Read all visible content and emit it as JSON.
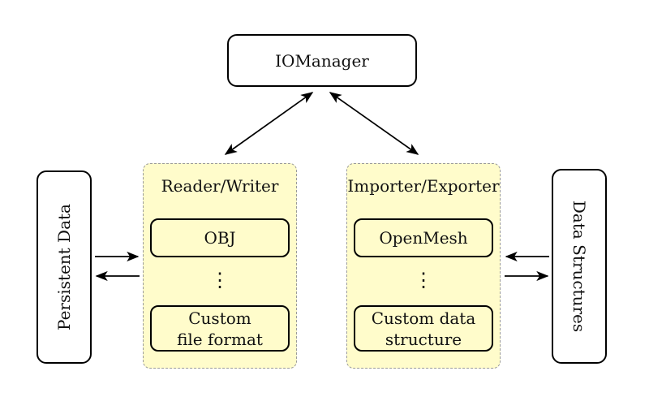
{
  "diagram": {
    "io_manager": {
      "label": "IOManager"
    },
    "reader_writer_panel": {
      "title": "Reader/Writer",
      "ellipsis": "⋮",
      "boxes": [
        {
          "lines": [
            "OBJ"
          ]
        },
        {
          "lines": [
            "Custom",
            "file format"
          ]
        }
      ]
    },
    "importer_exporter_panel": {
      "title": "Importer/Exporter",
      "ellipsis": "⋮",
      "boxes": [
        {
          "lines": [
            "OpenMesh"
          ]
        },
        {
          "lines": [
            "Custom data",
            "structure"
          ]
        }
      ]
    },
    "persistent_data_box": {
      "label": "Persistent Data"
    },
    "data_structures_box": {
      "label": "Data Structures"
    },
    "colors": {
      "panel_fill": "#FFFCCB",
      "panel_border": "#9A9A9A",
      "node_border": "#000000",
      "node_fill": "#FFFFFF",
      "arrow": "#000000"
    }
  }
}
